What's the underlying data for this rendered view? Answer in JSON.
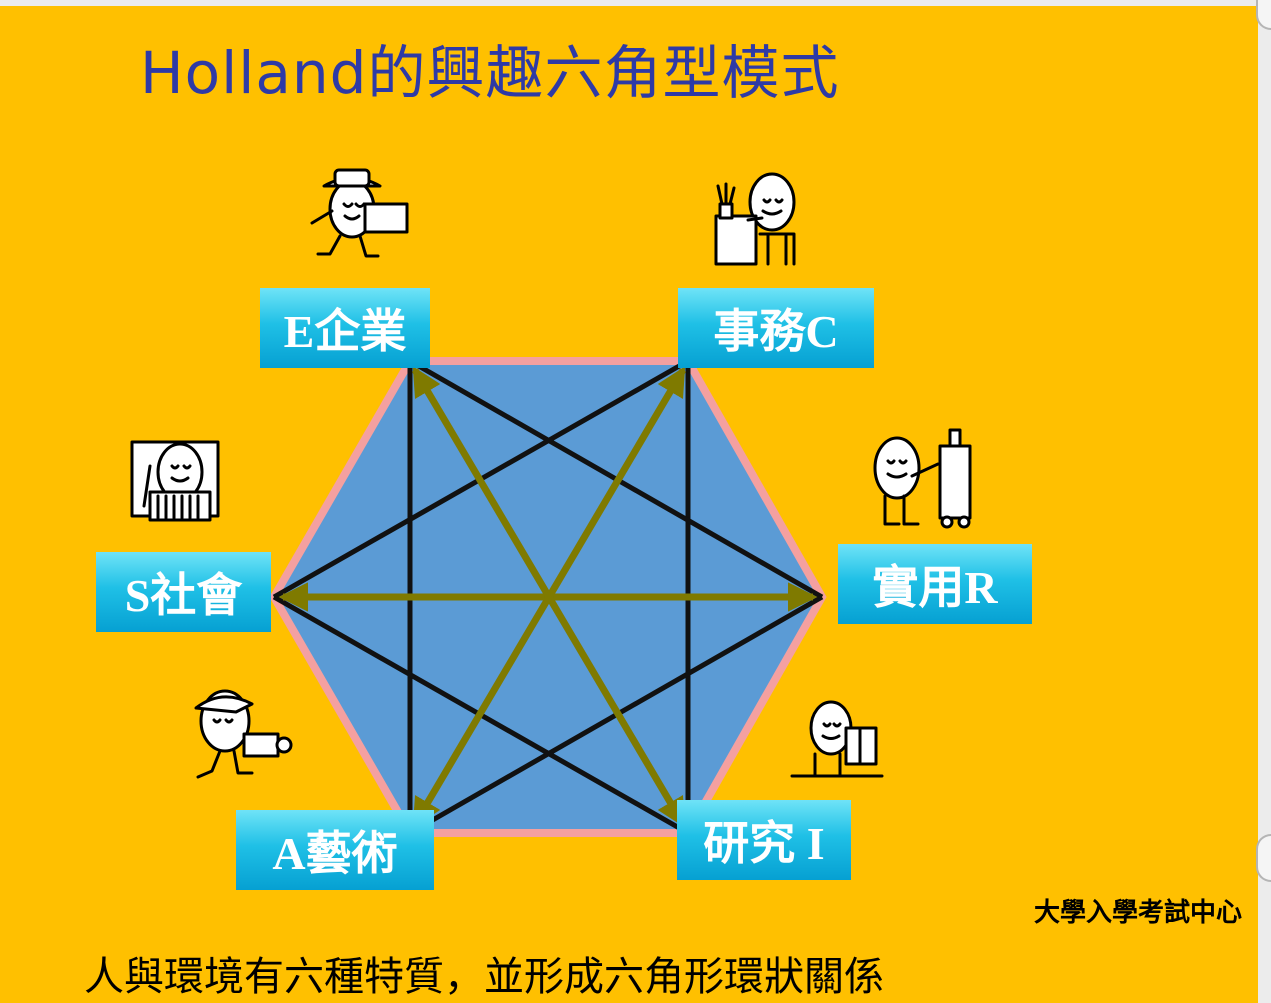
{
  "slide": {
    "title": "Holland的興趣六角型模式",
    "labels": {
      "E": "E企業",
      "C": "事務C",
      "R": "實用R",
      "I": "研究 I",
      "A": "A藝術",
      "S": "S社會"
    },
    "source": "大學入學考試中心",
    "caption": "人與環境有六種特質，並形成六角形環狀關係"
  },
  "colors": {
    "background": "#ffc000",
    "title": "#2e3aa6",
    "hexagon_fill": "#5b9bd5",
    "hexagon_border": "#f4a0a0",
    "black_lines": "#111111",
    "arrows": "#7f7a00",
    "label_box": "#1fc0e6"
  },
  "icons": {
    "E": "explorer-figure-icon",
    "C": "desk-worker-figure-icon",
    "R": "machine-operator-figure-icon",
    "I": "reader-figure-icon",
    "A": "photographer-figure-icon",
    "S": "teacher-figure-icon"
  }
}
